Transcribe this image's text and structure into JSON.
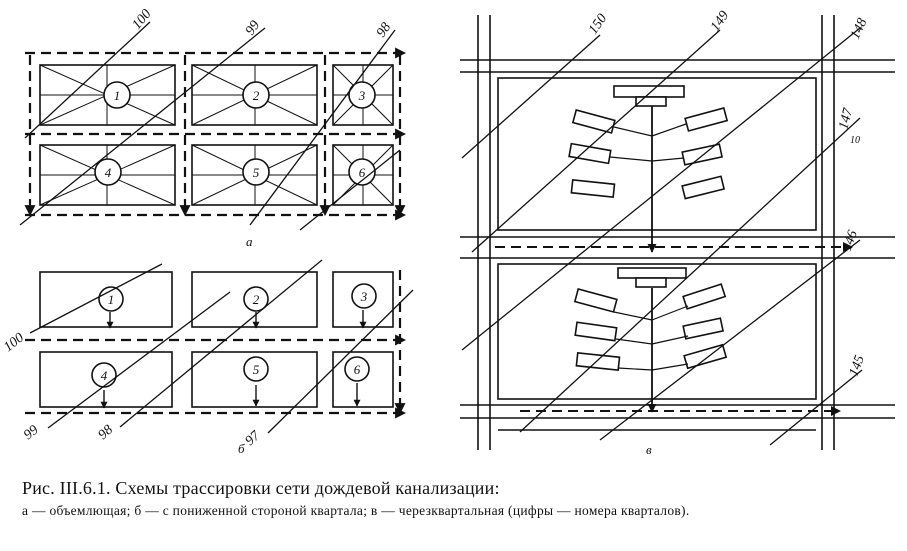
{
  "figure": {
    "panel_labels": {
      "a": "а",
      "b": "б",
      "v": "в"
    },
    "panel_a": {
      "quarter_numbers": [
        "1",
        "2",
        "3",
        "4",
        "5",
        "6"
      ],
      "contour_labels": [
        "100",
        "99",
        "98"
      ]
    },
    "panel_b": {
      "quarter_numbers": [
        "1",
        "2",
        "3",
        "4",
        "5",
        "6"
      ],
      "contour_labels": [
        "100",
        "99",
        "98",
        "97"
      ]
    },
    "panel_v": {
      "contour_labels": [
        "150",
        "149",
        "148",
        "147",
        "146",
        "145"
      ],
      "extra_mark": "10"
    }
  },
  "caption": {
    "title": "Рис. III.6.1. Схемы трассировки сети дождевой канализации:",
    "body": "а — объемлющая; б — с пониженной стороной квартала; в — черезквартальная (цифры — номера кварталов)."
  }
}
